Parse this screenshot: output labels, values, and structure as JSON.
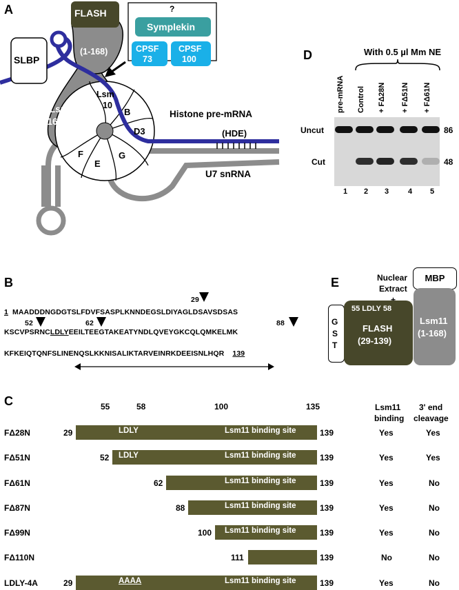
{
  "panels": {
    "a": "A",
    "b": "B",
    "c": "C",
    "d": "D",
    "e": "E"
  },
  "panel_a": {
    "flash": "FLASH",
    "flash_region": "(1-168)",
    "question": "?",
    "symplekin": "Symplekin",
    "cpsf73_l1": "CPSF",
    "cpsf73_l2": "73",
    "cpsf100_l1": "CPSF",
    "cpsf100_l2": "100",
    "slbp": "SLBP",
    "lsm10_l1": "Lsm",
    "lsm10_l2": "10",
    "lsm11_l1": "Lsm 11",
    "lsm11_l2": "(169-370)",
    "b": "B",
    "d3": "D3",
    "f": "F",
    "e": "E",
    "g": "G",
    "histone": "Histone pre-mRNA",
    "hde": "(HDE)",
    "u7": "U7 snRNA",
    "colors": {
      "flash": "#47472a",
      "lsm11": "#8c8c8c",
      "rna_blue": "#2e2e9e",
      "rna_grey": "#8c8c8c",
      "teal": "#3a9fa0",
      "cyan": "#1ab0e8"
    }
  },
  "panel_b": {
    "line1_num": "1",
    "line1_seq": "MAADDDNGDGTSLFDVFSASPLKNNDEGSLDIYAGLDSAVSDSAS",
    "line2_pre": "KSCVPSRNC",
    "line2_ldly": "LDLY",
    "line2_post": "EEILTEEGTAKEATYNDLQVEYGKCQLQMKELMK",
    "line3_seq": "KFKEIQTQNFSLINENQSLKKNISALIKTARVEINRKDEEISNLHQR",
    "line3_num": "139",
    "m29": "29",
    "m52": "52",
    "m62": "62",
    "m88": "88"
  },
  "panel_c": {
    "tick55": "55",
    "tick58": "58",
    "tick100": "100",
    "tick135": "135",
    "header_binding_l1": "Lsm11",
    "header_binding_l2": "binding",
    "header_cleavage_l1": "3' end",
    "header_cleavage_l2": "cleavage",
    "rows": [
      {
        "name": "FΔ28N",
        "start": "29",
        "end": "139",
        "motif": "LDLY",
        "site": "Lsm11 binding site",
        "binding": "Yes",
        "cleavage": "Yes"
      },
      {
        "name": "FΔ51N",
        "start": "52",
        "end": "139",
        "motif": "LDLY",
        "site": "Lsm11 binding site",
        "binding": "Yes",
        "cleavage": "Yes"
      },
      {
        "name": "FΔ61N",
        "start": "62",
        "end": "139",
        "motif": "",
        "site": "Lsm11 binding site",
        "binding": "Yes",
        "cleavage": "No"
      },
      {
        "name": "FΔ87N",
        "start": "88",
        "end": "139",
        "motif": "",
        "site": "Lsm11 binding site",
        "binding": "Yes",
        "cleavage": "No"
      },
      {
        "name": "FΔ99N",
        "start": "100",
        "end": "139",
        "motif": "",
        "site": "Lsm11 binding site",
        "binding": "Yes",
        "cleavage": "No"
      },
      {
        "name": "FΔ110N",
        "start": "111",
        "end": "139",
        "motif": "",
        "site": "",
        "binding": "No",
        "cleavage": "No"
      },
      {
        "name": "LDLY-4A",
        "start": "29",
        "end": "139",
        "motif": "AAAA",
        "site": "Lsm11 binding site",
        "binding": "Yes",
        "cleavage": "No"
      }
    ]
  },
  "panel_d": {
    "header": "With 0.5 µl Mm NE",
    "lanes": [
      "pre-mRNA",
      "Control",
      "+ FΔ28N",
      "+ FΔ51N",
      "+ FΔ61N"
    ],
    "lane_nums": [
      "1",
      "2",
      "3",
      "4",
      "5"
    ],
    "uncut": "Uncut",
    "cut": "Cut",
    "size_uncut": "86",
    "size_cut": "48",
    "cut_intensity": [
      0.0,
      0.85,
      0.9,
      0.85,
      0.2
    ]
  },
  "panel_e": {
    "nuclear_l1": "Nuclear",
    "nuclear_l2": "Extract",
    "nuclear_l3": "+",
    "mbp": "MBP",
    "gst": [
      "G",
      "S",
      "T"
    ],
    "flash_motif": "55 LDLY 58",
    "flash": "FLASH",
    "flash_range": "(29-139)",
    "lsm11": "Lsm11",
    "lsm11_range": "(1-168)"
  }
}
